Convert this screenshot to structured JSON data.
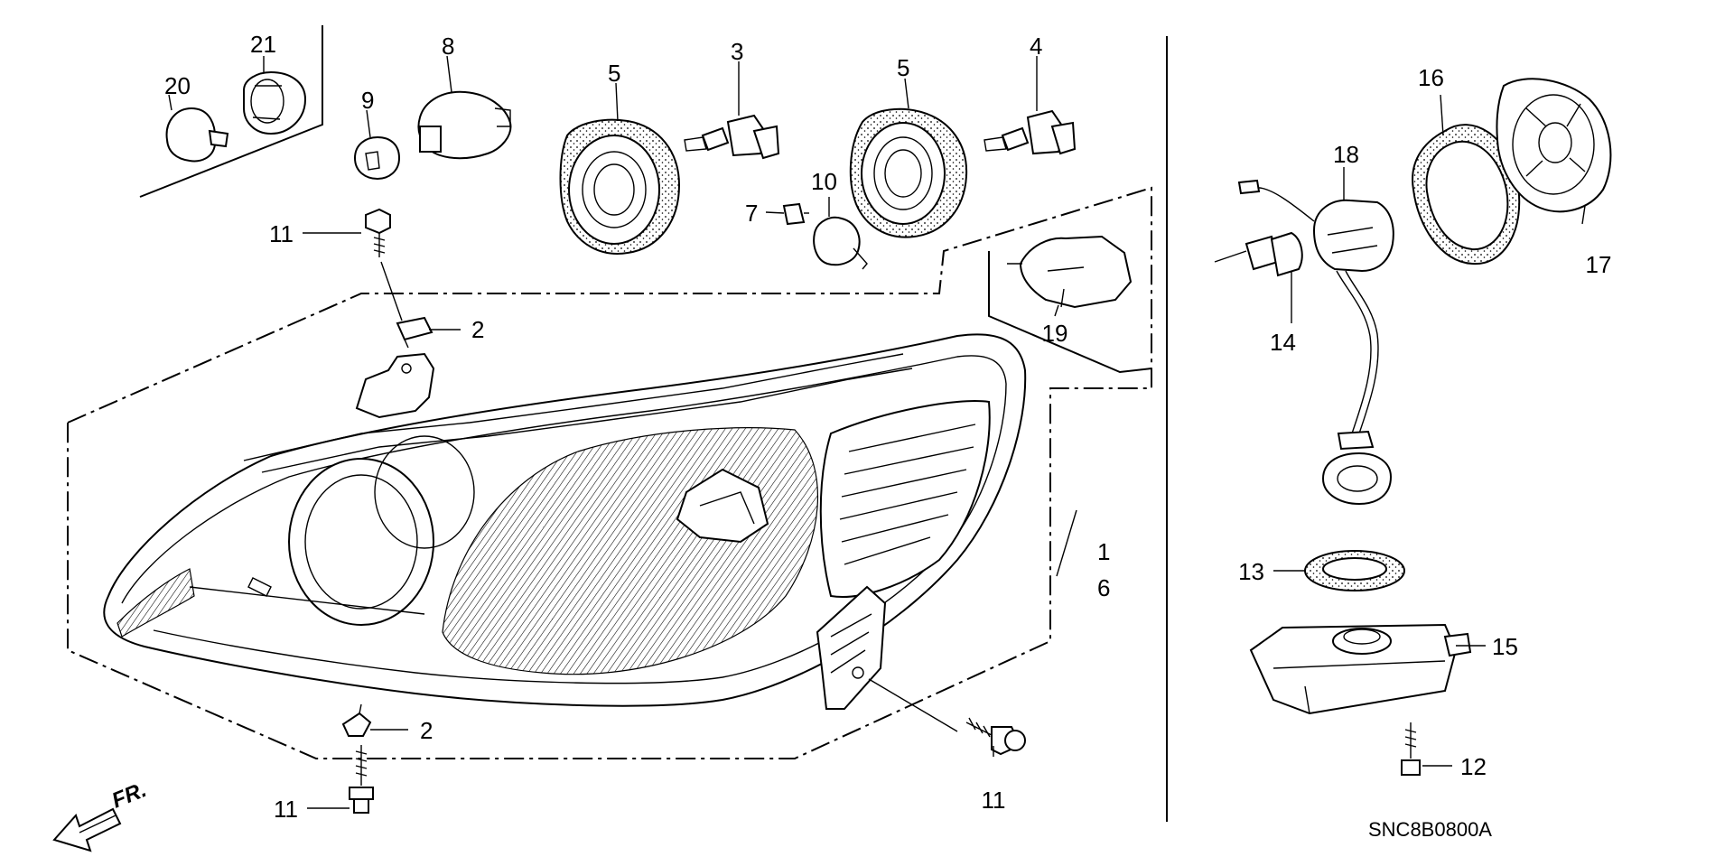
{
  "diagram": {
    "code": "SNC8B0800A",
    "direction_label": "FR.",
    "colors": {
      "line": "#000000",
      "background": "#ffffff"
    },
    "callouts": {
      "c1": "1",
      "c6": "6",
      "c2a": "2",
      "c2b": "2",
      "c3": "3",
      "c4": "4",
      "c5a": "5",
      "c5b": "5",
      "c7": "7",
      "c8": "8",
      "c9": "9",
      "c10": "10",
      "c11a": "11",
      "c11b": "11",
      "c11c": "11",
      "c12": "12",
      "c13": "13",
      "c14": "14",
      "c15": "15",
      "c16": "16",
      "c17": "17",
      "c18": "18",
      "c19": "19",
      "c20": "20",
      "c21": "21"
    }
  }
}
